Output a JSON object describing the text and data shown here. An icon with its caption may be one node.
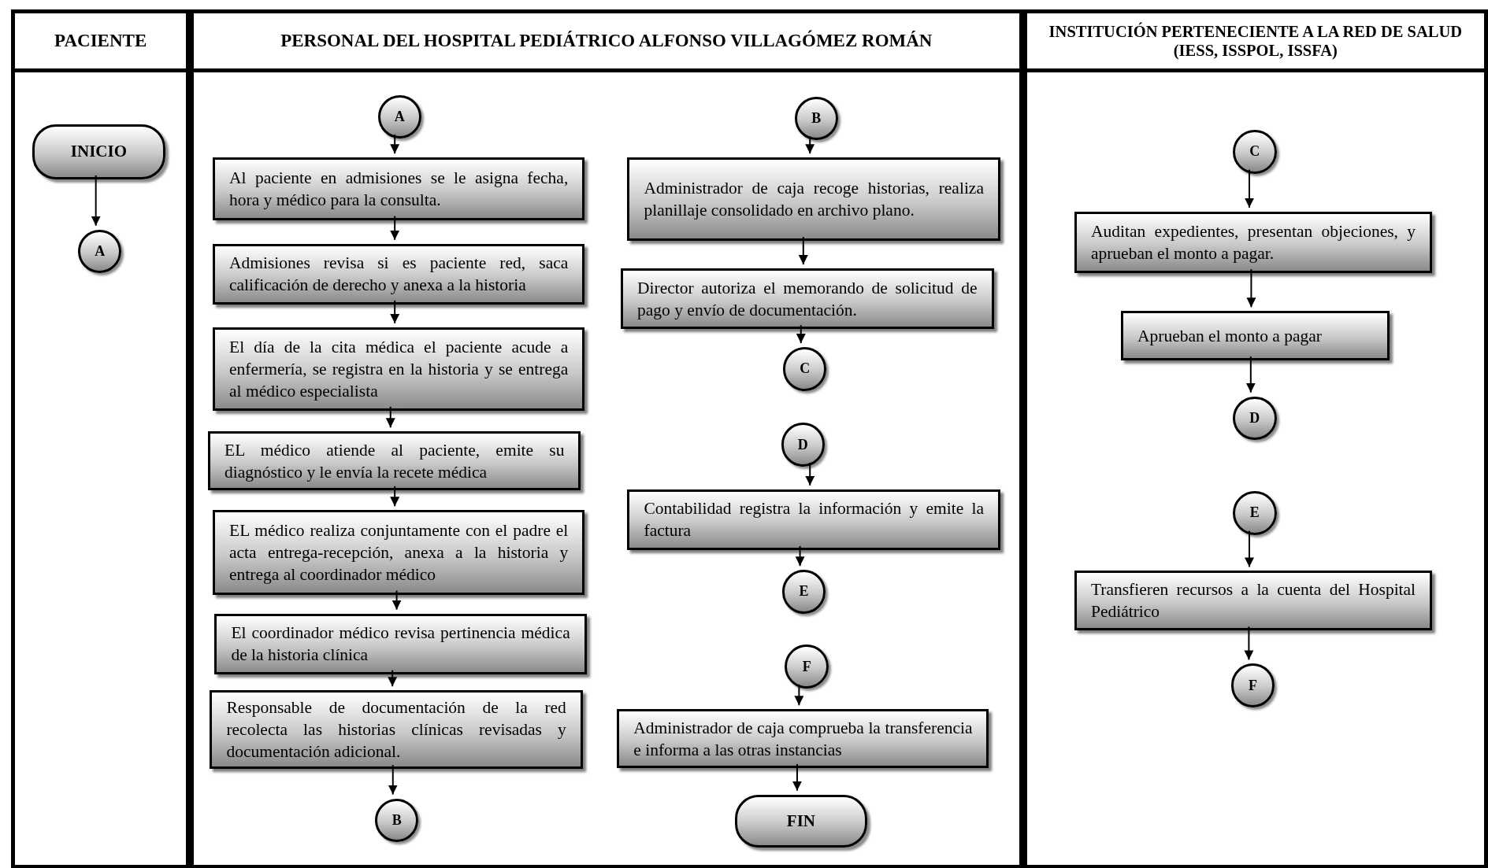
{
  "diagram": {
    "nodes": [
      {
        "text": [
          "PACIENTE"
        ]
      },
      {
        "text": [
          "PERSONAL DEL HOSPITAL PEDIÁTRICO ALFONSO VILLAGÓMEZ ROMÁN"
        ]
      },
      {
        "text": [
          "INSTITUCIÓN PERTENECIENTE A LA RED DE SALUD (IESS, ISSPOL, ISSFA)"
        ]
      },
      {
        "text": [
          "INICIO"
        ],
        "in": 0
      },
      {
        "text": [
          "A"
        ],
        "in": 0
      },
      {
        "text": [
          "A"
        ],
        "in": 1
      },
      {
        "text": [
          "Al paciente en admisiones se le asigna fecha, hora y médico para la consulta."
        ],
        "in": 1
      },
      {
        "text": [
          "Admisiones revisa si es paciente red, saca calificación de derecho y anexa a la historia"
        ],
        "in": 1
      },
      {
        "text": [
          "El día de la cita médica el paciente acude a enfermería, se registra en la historia y se entrega al médico especialista"
        ],
        "in": 1
      },
      {
        "text": [
          "EL médico atiende al paciente, emite su diagnóstico y le envía la recete médica"
        ],
        "in": 1
      },
      {
        "text": [
          "EL médico realiza conjuntamente con el padre el acta entrega-recepción, anexa a la historia y entrega al coordinador médico"
        ],
        "in": 1
      },
      {
        "text": [
          "El coordinador médico revisa pertinencia médica de la historia clínica"
        ],
        "in": 1
      },
      {
        "text": [
          "Responsable de documentación de la red recolecta las historias clínicas revisadas y documentación adicional."
        ],
        "in": 1
      },
      {
        "text": [
          "B"
        ],
        "in": 1
      },
      {
        "text": [
          "B"
        ],
        "in": 1
      },
      {
        "text": [
          "Administrador de caja recoge historias, realiza planillaje consolidado en archivo plano."
        ],
        "in": 1
      },
      {
        "text": [
          "Director autoriza el memorando de solicitud de pago y envío de documentación."
        ],
        "in": 1
      },
      {
        "text": [
          "C"
        ],
        "in": 1
      },
      {
        "text": [
          "D"
        ],
        "in": 1
      },
      {
        "text": [
          "Contabilidad registra la información y emite la factura"
        ],
        "in": 1
      },
      {
        "text": [
          "E"
        ],
        "in": 1
      },
      {
        "text": [
          "F"
        ],
        "in": 1
      },
      {
        "text": [
          "Administrador de caja comprueba la transferencia e informa a las otras instancias"
        ],
        "in": 1
      },
      {
        "text": [
          "FIN"
        ],
        "in": 1
      },
      {
        "text": [
          "C"
        ],
        "in": 2
      },
      {
        "text": [
          "Auditan expedientes, presentan objeciones, y aprueban el monto a pagar."
        ],
        "in": 2
      },
      {
        "text": [
          "Aprueban el monto a pagar"
        ],
        "in": 2
      },
      {
        "text": [
          "D"
        ],
        "in": 2
      },
      {
        "text": [
          "E"
        ],
        "in": 2
      },
      {
        "text": [
          "Transfieren recursos a la cuenta del Hospital Pediátrico"
        ],
        "in": 2
      },
      {
        "text": [
          "F"
        ],
        "in": 2
      }
    ],
    "edges": [
      {
        "from": 3,
        "to": 4,
        "arrow": "to"
      },
      {
        "from": 5,
        "to": 6,
        "arrow": "to"
      },
      {
        "from": 6,
        "to": 7,
        "arrow": "to"
      },
      {
        "from": 7,
        "to": 8,
        "arrow": "to"
      },
      {
        "from": 8,
        "to": 9,
        "arrow": "to"
      },
      {
        "from": 9,
        "to": 10,
        "arrow": "to"
      },
      {
        "from": 10,
        "to": 11,
        "arrow": "to"
      },
      {
        "from": 11,
        "to": 12,
        "arrow": "to"
      },
      {
        "from": 12,
        "to": 13,
        "arrow": "to"
      },
      {
        "from": 14,
        "to": 15,
        "arrow": "to"
      },
      {
        "from": 15,
        "to": 16,
        "arrow": "to"
      },
      {
        "from": 16,
        "to": 17,
        "arrow": "to"
      },
      {
        "from": 18,
        "to": 19,
        "arrow": "to"
      },
      {
        "from": 19,
        "to": 20,
        "arrow": "to"
      },
      {
        "from": 21,
        "to": 22,
        "arrow": "to"
      },
      {
        "from": 22,
        "to": 23,
        "arrow": "to"
      },
      {
        "from": 24,
        "to": 25,
        "arrow": "to"
      },
      {
        "from": 25,
        "to": 26,
        "arrow": "to"
      },
      {
        "from": 26,
        "to": 27,
        "arrow": "to"
      },
      {
        "from": 28,
        "to": 29,
        "arrow": "to"
      },
      {
        "from": 29,
        "to": 30,
        "arrow": "to"
      }
    ]
  }
}
